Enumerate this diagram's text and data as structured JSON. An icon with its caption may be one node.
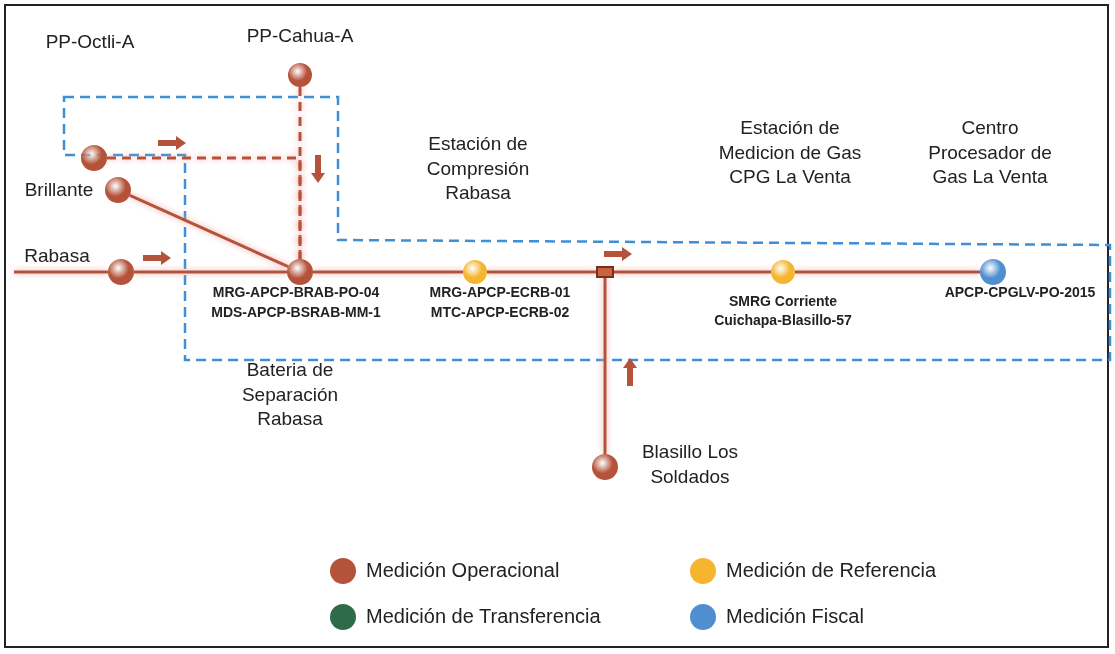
{
  "diagram": {
    "nodes": [
      {
        "text": [],
        "shape": "circle"
      },
      {
        "text": [],
        "shape": "circle",
        "beside": [
          "PP-Cahua-A"
        ]
      },
      {
        "text": [],
        "shape": "circle",
        "beside": [
          "Brillante"
        ]
      },
      {
        "text": [],
        "shape": "circle",
        "beside": [
          "Rabasa"
        ]
      },
      {
        "text": [],
        "shape": "circle",
        "beside": [
          "MRG-APCP-BRAB-PO-04",
          "MDS-APCP-BSRAB-MM-1",
          "Bateria de Separación Rabasa"
        ]
      },
      {
        "text": [],
        "shape": "circle",
        "beside": [
          "Estación de Compresión Rabasa",
          "MRG-APCP-ECRB-01",
          "MTC-APCP-ECRB-02"
        ]
      },
      {
        "text": [],
        "shape": "box"
      },
      {
        "text": [],
        "shape": "circle",
        "beside": [
          "SMRG Corriente Cuichapa-Blasillo-57"
        ]
      },
      {
        "text": [],
        "shape": "circle",
        "beside": [
          "APCP-CPGLV-PO-2015"
        ]
      },
      {
        "text": [],
        "shape": "circle",
        "beside": [
          "Blasillo Los Soldados"
        ]
      }
    ],
    "edges": [
      {
        "from": 0,
        "to": 4,
        "arrow": "none",
        "style": "dashed"
      },
      {
        "from": 1,
        "to": 4,
        "arrow": "none",
        "style": "dashed"
      },
      {
        "from": 2,
        "to": 4,
        "arrow": "none"
      },
      {
        "from": 3,
        "to": 4,
        "arrow": "none"
      },
      {
        "from": null,
        "to": 3,
        "arrow": "none"
      },
      {
        "from": 4,
        "to": 5,
        "arrow": "none"
      },
      {
        "from": 5,
        "to": 6,
        "arrow": "none"
      },
      {
        "from": 6,
        "to": 7,
        "arrow": "none"
      },
      {
        "from": 7,
        "to": 8,
        "arrow": "none"
      },
      {
        "from": 9,
        "to": 6,
        "arrow": "none"
      }
    ],
    "labels": [
      "PP-Octli-A",
      "Estación de Medicion de Gas CPG La Venta",
      "Centro Procesador de Gas La Venta"
    ],
    "legend": [
      {
        "text": "Medición Operacional",
        "color": "#b5533a"
      },
      {
        "text": "Medición de Referencia",
        "color": "#f5b52e"
      },
      {
        "text": "Medición de Transferencia",
        "color": "#2f6b48"
      },
      {
        "text": "Medición Fiscal",
        "color": "#4f8fd0"
      }
    ]
  }
}
